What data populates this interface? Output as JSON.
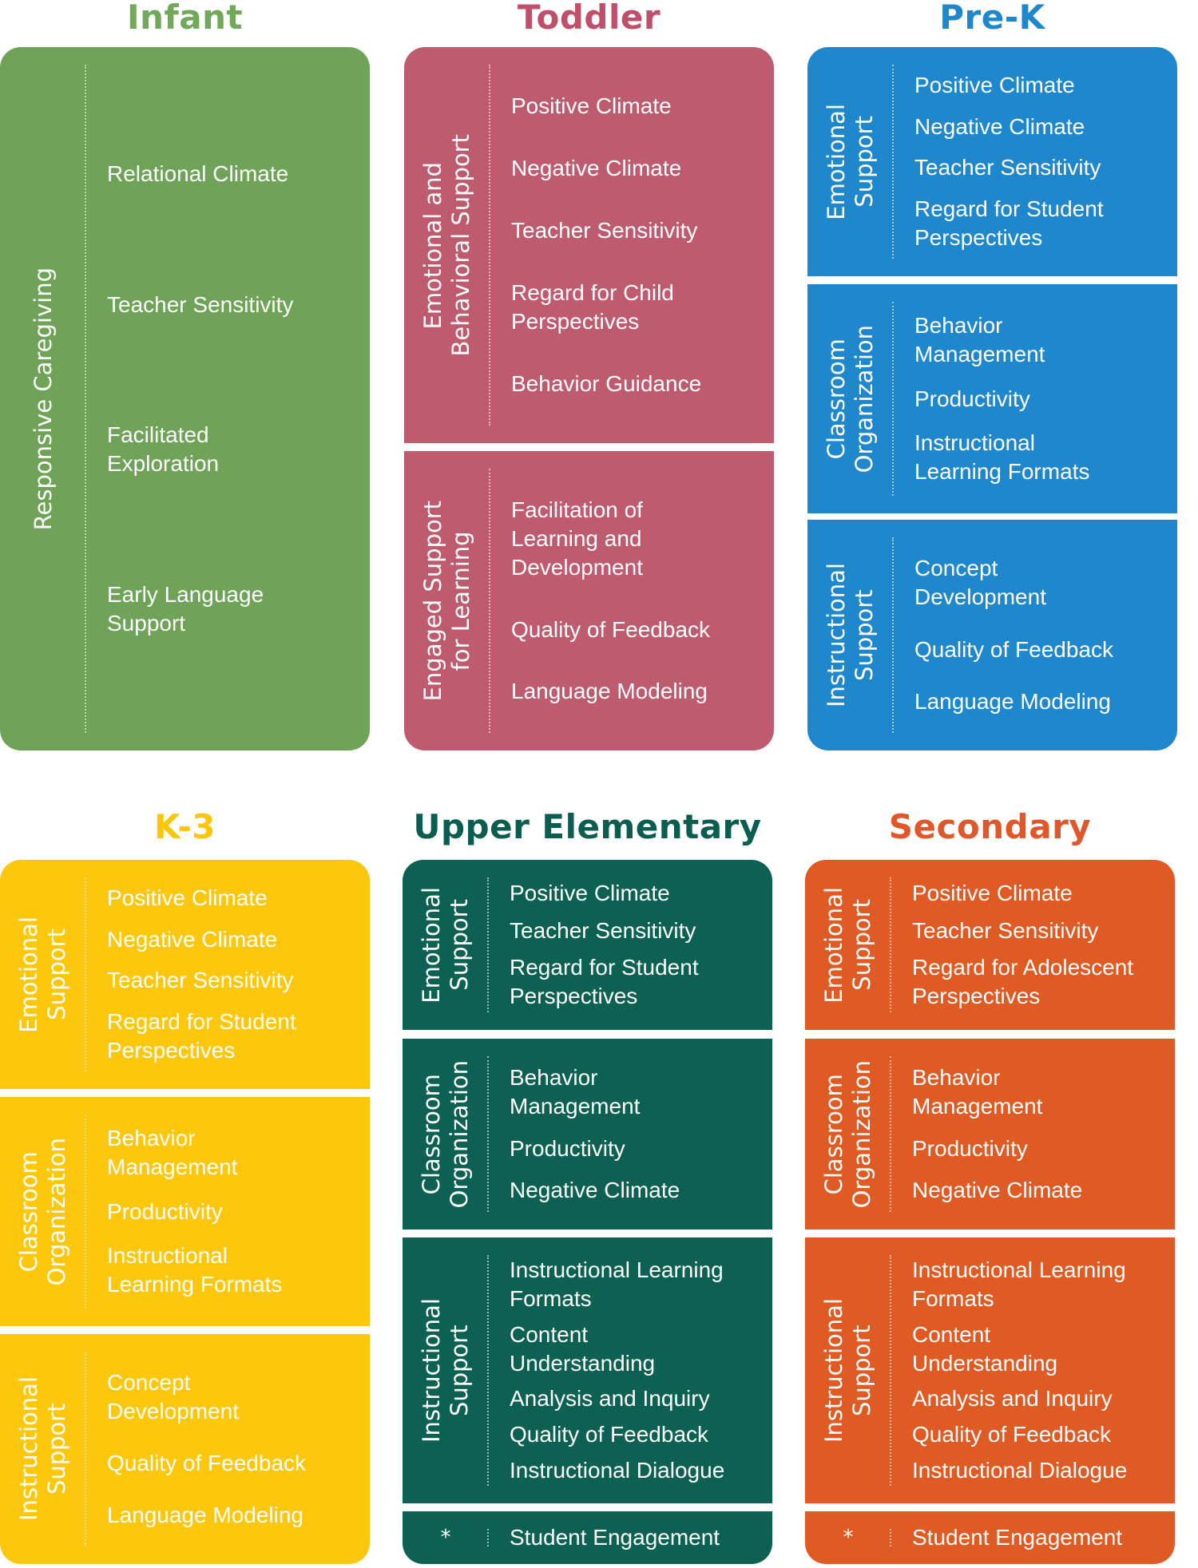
{
  "colors": {
    "infant": "#6fa357",
    "toddler": "#bf5b6e",
    "prek": "#1f87cc",
    "k3": "#fdc70c",
    "upper": "#0c6152",
    "secondary": "#e05a24",
    "infant_title": "#72a85a",
    "toddler_title": "#bf4f6b",
    "prek_title": "#1f87cc",
    "k3_title": "#fdc50c",
    "upper_title": "#0b5e4f",
    "secondary_title": "#e0582a"
  },
  "columns": [
    {
      "id": "infant",
      "title": "Infant",
      "sections": [
        {
          "label": "Responsive Caregiving",
          "items": [
            "Relational Climate",
            "Teacher Sensitivity",
            "Facilitated\nExploration",
            "Early Language\nSupport"
          ]
        }
      ]
    },
    {
      "id": "toddler",
      "title": "Toddler",
      "sections": [
        {
          "label": "Emotional and\nBehavioral Support",
          "items": [
            "Positive Climate",
            "Negative Climate",
            "Teacher Sensitivity",
            "Regard for Child\nPerspectives",
            "Behavior Guidance"
          ]
        },
        {
          "label": "Engaged Support\nfor Learning",
          "items": [
            "Facilitation of\nLearning and\nDevelopment",
            "Quality of Feedback",
            "Language Modeling"
          ]
        }
      ]
    },
    {
      "id": "prek",
      "title": "Pre-K",
      "sections": [
        {
          "label": "Emotional\nSupport",
          "items": [
            "Positive Climate",
            "Negative Climate",
            "Teacher Sensitivity",
            "Regard for Student\nPerspectives"
          ]
        },
        {
          "label": "Classroom\nOrganization",
          "items": [
            "Behavior\nManagement",
            "Productivity",
            "Instructional\nLearning Formats"
          ]
        },
        {
          "label": "Instructional\nSupport",
          "items": [
            "Concept\nDevelopment",
            "Quality of Feedback",
            "Language Modeling"
          ]
        }
      ]
    },
    {
      "id": "k3",
      "title": "K-3",
      "sections": [
        {
          "label": "Emotional\nSupport",
          "items": [
            "Positive Climate",
            "Negative Climate",
            "Teacher Sensitivity",
            "Regard for Student\nPerspectives"
          ]
        },
        {
          "label": "Classroom\nOrganization",
          "items": [
            "Behavior\nManagement",
            "Productivity",
            "Instructional\nLearning Formats"
          ]
        },
        {
          "label": "Instructional\nSupport",
          "items": [
            "Concept\nDevelopment",
            "Quality of Feedback",
            "Language Modeling"
          ]
        }
      ]
    },
    {
      "id": "upper",
      "title": "Upper Elementary",
      "sections": [
        {
          "label": "Emotional\nSupport",
          "items": [
            "Positive Climate",
            "Teacher Sensitivity",
            "Regard for Student\nPerspectives"
          ]
        },
        {
          "label": "Classroom\nOrganization",
          "items": [
            "Behavior\nManagement",
            "Productivity",
            "Negative Climate"
          ]
        },
        {
          "label": "Instructional\nSupport",
          "items": [
            "Instructional Learning\nFormats",
            "Content\nUnderstanding",
            "Analysis and Inquiry",
            "Quality of Feedback",
            "Instructional Dialogue"
          ]
        },
        {
          "label": "*",
          "items": [
            "Student Engagement"
          ]
        }
      ]
    },
    {
      "id": "secondary",
      "title": "Secondary",
      "sections": [
        {
          "label": "Emotional\nSupport",
          "items": [
            "Positive Climate",
            "Teacher Sensitivity",
            "Regard for Adolescent\nPerspectives"
          ]
        },
        {
          "label": "Classroom\nOrganization",
          "items": [
            "Behavior\nManagement",
            "Productivity",
            "Negative Climate"
          ]
        },
        {
          "label": "Instructional\nSupport",
          "items": [
            "Instructional Learning\nFormats",
            "Content\nUnderstanding",
            "Analysis and Inquiry",
            "Quality of Feedback",
            "Instructional Dialogue"
          ]
        },
        {
          "label": "*",
          "items": [
            "Student Engagement"
          ]
        }
      ]
    }
  ]
}
